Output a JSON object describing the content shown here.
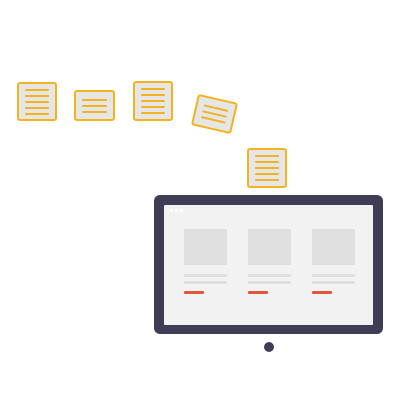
{
  "illustration": {
    "documents": [
      {
        "name": "document-1",
        "lines": 5
      },
      {
        "name": "document-2",
        "lines": 3
      },
      {
        "name": "document-3",
        "lines": 5
      },
      {
        "name": "document-4",
        "lines": 3
      },
      {
        "name": "document-5",
        "lines": 5
      }
    ],
    "monitor": {
      "browser_dots": 3,
      "cards": 3
    },
    "colors": {
      "accent": "#f2b31d",
      "document_fill": "#e6e6e6",
      "monitor_frame": "#3f3d56",
      "screen": "#f2f2f2",
      "placeholder": "#e0e0e0",
      "button": "#e5553e",
      "background": "#ffffff"
    }
  }
}
